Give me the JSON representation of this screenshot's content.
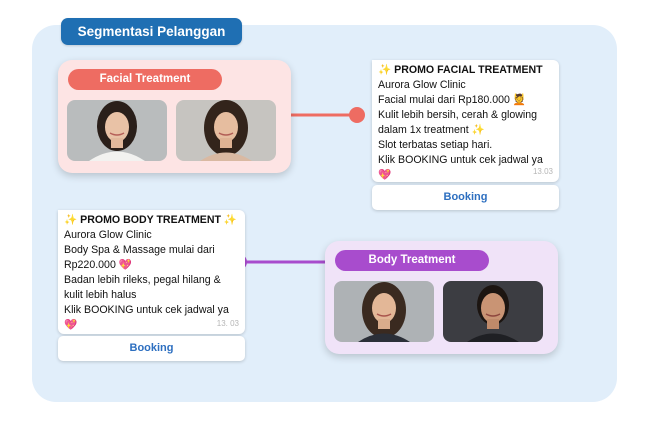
{
  "title": "Segmentasi Pelanggan",
  "segments": {
    "facial": {
      "label": "Facial Treatment",
      "color": "#ee6c62"
    },
    "body": {
      "label": "Body Treatment",
      "color": "#a84ccd"
    }
  },
  "messages": {
    "facial": {
      "lines": [
        "✨ PROMO FACIAL TREATMENT",
        "Aurora Glow Clinic",
        "Facial mulai dari Rp180.000 💆",
        "Kulit lebih bersih, cerah & glowing",
        "dalam 1x treatment ✨",
        "Slot terbatas setiap hari.",
        "Klik BOOKING untuk cek jadwal ya",
        "💖"
      ],
      "time": "13.03",
      "button": "Booking"
    },
    "body": {
      "lines": [
        "✨ PROMO BODY TREATMENT ✨",
        " Aurora Glow Clinic",
        "Body Spa & Massage mulai dari",
        "Rp220.000 💖",
        "Badan lebih rileks, pegal hilang &",
        "kulit lebih halus",
        "Klik BOOKING untuk cek jadwal ya",
        "💖"
      ],
      "time": "13. 03",
      "button": "Booking"
    }
  },
  "colors": {
    "panel": "#e1eefa",
    "title_tag": "#1f6fb3",
    "facial_connector": "#ee6c62",
    "body_connector": "#a84ccd",
    "booking_text": "#2d6fc0"
  },
  "icons": [
    "woman-portrait-image",
    "woman-portrait-image",
    "woman-portrait-image",
    "woman-portrait-image"
  ]
}
